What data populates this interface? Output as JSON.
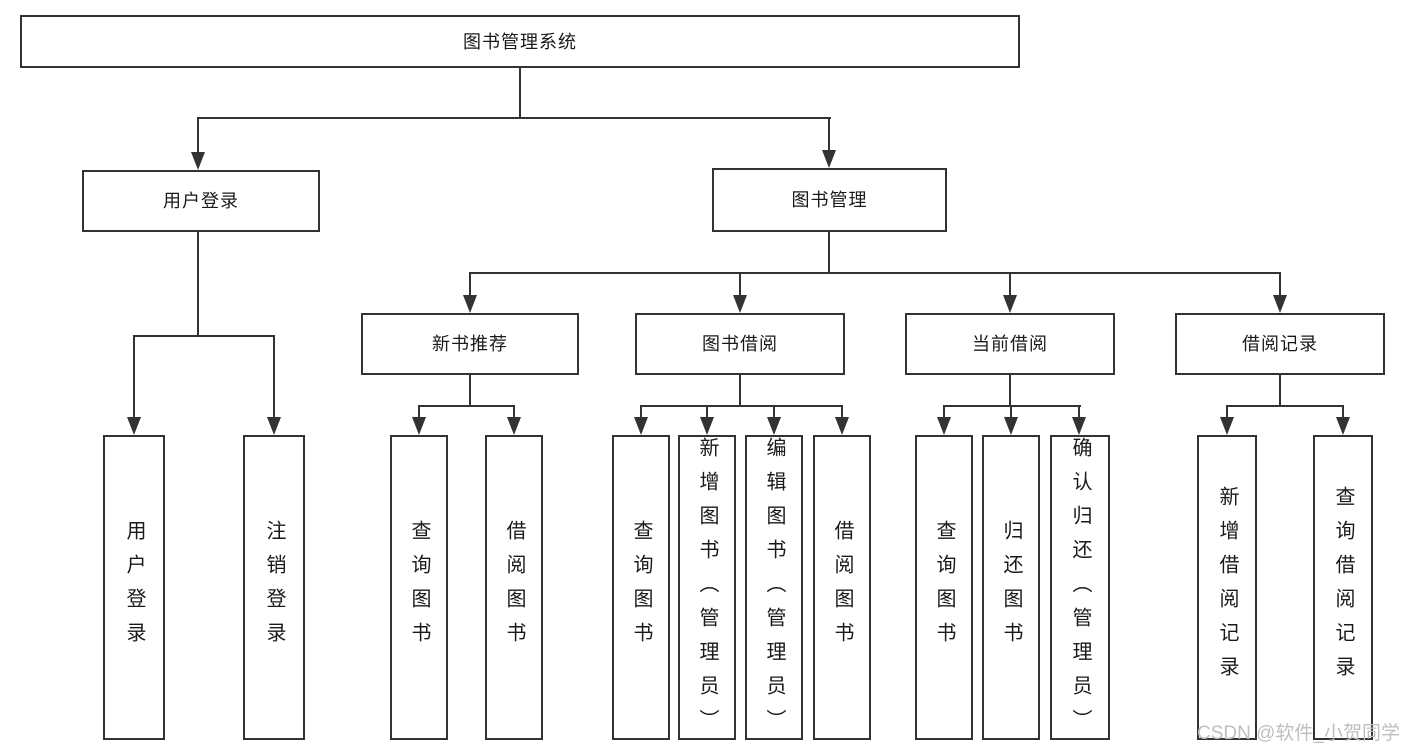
{
  "diagram_type": "hierarchy-tree",
  "watermark": "CSDN @软件_小贺同学",
  "colors": {
    "line": "#333333",
    "text": "#1a1a1a",
    "box_background": "#ffffff",
    "page_background": "#ffffff",
    "watermark": "#bfbfbf"
  },
  "tree": {
    "label": "图书管理系统",
    "children": [
      {
        "label": "用户登录",
        "children": [
          {
            "label": "用户登录"
          },
          {
            "label": "注销登录"
          }
        ]
      },
      {
        "label": "图书管理",
        "children": [
          {
            "label": "新书推荐",
            "children": [
              {
                "label": "查询图书"
              },
              {
                "label": "借阅图书"
              }
            ]
          },
          {
            "label": "图书借阅",
            "children": [
              {
                "label": "查询图书"
              },
              {
                "label": "新增图书（管理员）"
              },
              {
                "label": "编辑图书（管理员）"
              },
              {
                "label": "借阅图书"
              }
            ]
          },
          {
            "label": "当前借阅",
            "children": [
              {
                "label": "查询图书"
              },
              {
                "label": "归还图书"
              },
              {
                "label": "确认归还（管理员）"
              }
            ]
          },
          {
            "label": "借阅记录",
            "children": [
              {
                "label": "新增借阅记录"
              },
              {
                "label": "查询借阅记录"
              }
            ]
          }
        ]
      }
    ]
  }
}
